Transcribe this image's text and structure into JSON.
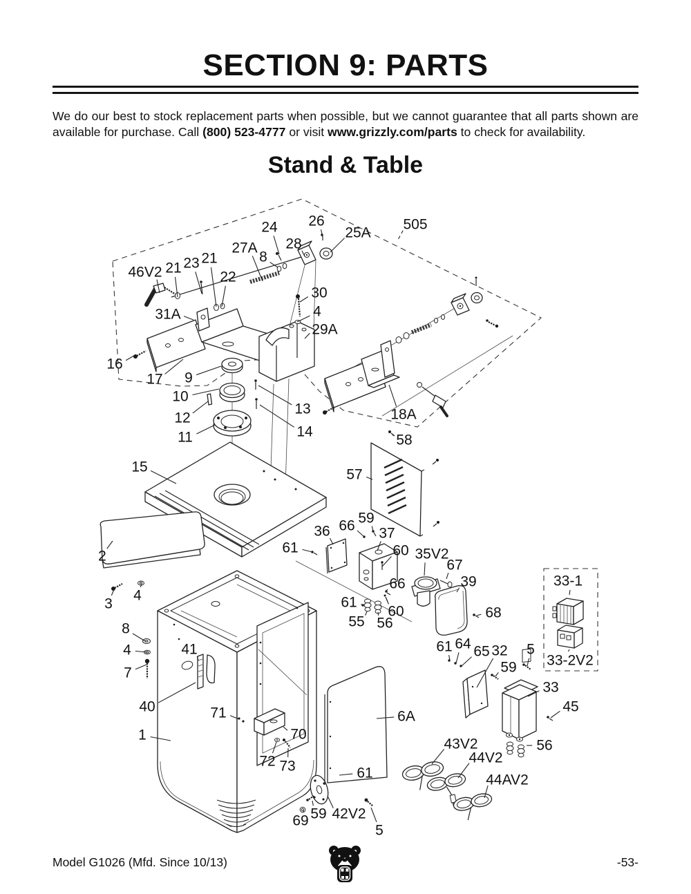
{
  "page": {
    "title": "SECTION 9: PARTS",
    "intro": {
      "seg1": "We do our best to stock replacement parts when possible, but we cannot guarantee that all parts shown are available for purchase. Call ",
      "seg2": "(800) 523-4777",
      "seg3": " or visit ",
      "seg4": "www.grizzly.com/parts",
      "seg5": " to check for availability."
    },
    "diagram_title": "Stand & Table",
    "footer": {
      "model": "Model G1026 (Mfd. Since 10/13)",
      "page_number": "-53-",
      "logo": "grizzly-bear-logo"
    }
  },
  "diagram": {
    "description": "Exploded parts diagram of saw stand and table",
    "callout_format": "[label, x, y, leader_x, leader_y, optional 'ds'=dashed leader]",
    "callouts": [
      [
        "24",
        390,
        329,
        404,
        368
      ],
      [
        "26",
        458,
        320,
        467,
        343
      ],
      [
        "25A",
        518,
        337,
        478,
        365
      ],
      [
        "505",
        601,
        325,
        576,
        347,
        "ds"
      ],
      [
        "27A",
        354,
        359,
        380,
        407
      ],
      [
        "28",
        425,
        353,
        441,
        371
      ],
      [
        "8",
        381,
        372,
        402,
        387
      ],
      [
        "21",
        303,
        374,
        313,
        444
      ],
      [
        "23",
        277,
        381,
        292,
        425
      ],
      [
        "21",
        251,
        388,
        257,
        430
      ],
      [
        "46V2",
        210,
        394,
        231,
        424
      ],
      [
        "22",
        330,
        401,
        321,
        444
      ],
      [
        "31A",
        243,
        455,
        280,
        463
      ],
      [
        "30",
        462,
        424,
        434,
        437
      ],
      [
        "4",
        459,
        451,
        430,
        466
      ],
      [
        "29A",
        470,
        477,
        441,
        490
      ],
      [
        "16",
        166,
        527,
        197,
        513
      ],
      [
        "17",
        224,
        549,
        265,
        520
      ],
      [
        "9",
        273,
        547,
        320,
        530
      ],
      [
        "10",
        261,
        574,
        317,
        563
      ],
      [
        "12",
        264,
        605,
        301,
        581
      ],
      [
        "11",
        268,
        633,
        311,
        615
      ],
      [
        "13",
        438,
        592,
        374,
        558
      ],
      [
        "14",
        441,
        625,
        376,
        586
      ],
      [
        "18A",
        584,
        600,
        563,
        557
      ],
      [
        "58",
        585,
        637,
        568,
        628
      ],
      [
        "15",
        202,
        676,
        255,
        700
      ],
      [
        "57",
        513,
        687,
        539,
        694
      ],
      [
        "59",
        530,
        750,
        540,
        769
      ],
      [
        "66",
        502,
        761,
        527,
        777
      ],
      [
        "36",
        466,
        769,
        482,
        788
      ],
      [
        "37",
        560,
        772,
        546,
        797
      ],
      [
        "61",
        420,
        793,
        452,
        799
      ],
      [
        "60",
        580,
        797,
        553,
        820
      ],
      [
        "35V2",
        625,
        802,
        614,
        833
      ],
      [
        "67",
        658,
        818,
        646,
        838
      ],
      [
        "2",
        148,
        805,
        163,
        783
      ],
      [
        "39",
        678,
        842,
        661,
        857
      ],
      [
        "66",
        575,
        845,
        559,
        857
      ],
      [
        "3",
        157,
        874,
        166,
        851
      ],
      [
        "4",
        199,
        862,
        205,
        846
      ],
      [
        "61",
        505,
        872,
        525,
        876
      ],
      [
        "60",
        573,
        885,
        559,
        866
      ],
      [
        "68",
        714,
        887,
        690,
        891
      ],
      [
        "55",
        516,
        900,
        531,
        885
      ],
      [
        "56",
        557,
        902,
        547,
        886
      ],
      [
        "8",
        182,
        910,
        210,
        928
      ],
      [
        "4",
        184,
        941,
        212,
        944
      ],
      [
        "7",
        185,
        974,
        212,
        962
      ],
      [
        "41",
        274,
        940,
        287,
        956
      ],
      [
        "61",
        643,
        936,
        651,
        956
      ],
      [
        "64",
        670,
        932,
        660,
        960
      ],
      [
        "65",
        697,
        943,
        668,
        964
      ],
      [
        "32",
        723,
        942,
        690,
        995
      ],
      [
        "5",
        768,
        940,
        763,
        964
      ],
      [
        "59",
        736,
        966,
        717,
        979
      ],
      [
        "33-1",
        822,
        841,
        824,
        861
      ],
      [
        "33-2V2",
        825,
        956,
        824,
        940
      ],
      [
        "33",
        797,
        995,
        764,
        1008
      ],
      [
        "40",
        213,
        1023,
        283,
        988
      ],
      [
        "71",
        316,
        1032,
        346,
        1041
      ],
      [
        "45",
        826,
        1023,
        797,
        1039
      ],
      [
        "6A",
        588,
        1037,
        545,
        1040
      ],
      [
        "1",
        206,
        1064,
        247,
        1072
      ],
      [
        "70",
        432,
        1063,
        410,
        1052
      ],
      [
        "56",
        788,
        1079,
        762,
        1079
      ],
      [
        "43V2",
        667,
        1077,
        625,
        1106
      ],
      [
        "72",
        387,
        1102,
        400,
        1074
      ],
      [
        "73",
        416,
        1109,
        417,
        1083
      ],
      [
        "44V2",
        703,
        1097,
        663,
        1126
      ],
      [
        "61",
        528,
        1119,
        491,
        1122
      ],
      [
        "44AV2",
        734,
        1129,
        701,
        1155
      ],
      [
        "69",
        435,
        1188,
        439,
        1173
      ],
      [
        "59",
        461,
        1178,
        452,
        1159
      ],
      [
        "42V2",
        505,
        1178,
        474,
        1152
      ],
      [
        "5",
        549,
        1202,
        537,
        1169
      ]
    ]
  },
  "colors": {
    "ink": "#111111",
    "line": "#222222",
    "paper": "#ffffff"
  }
}
